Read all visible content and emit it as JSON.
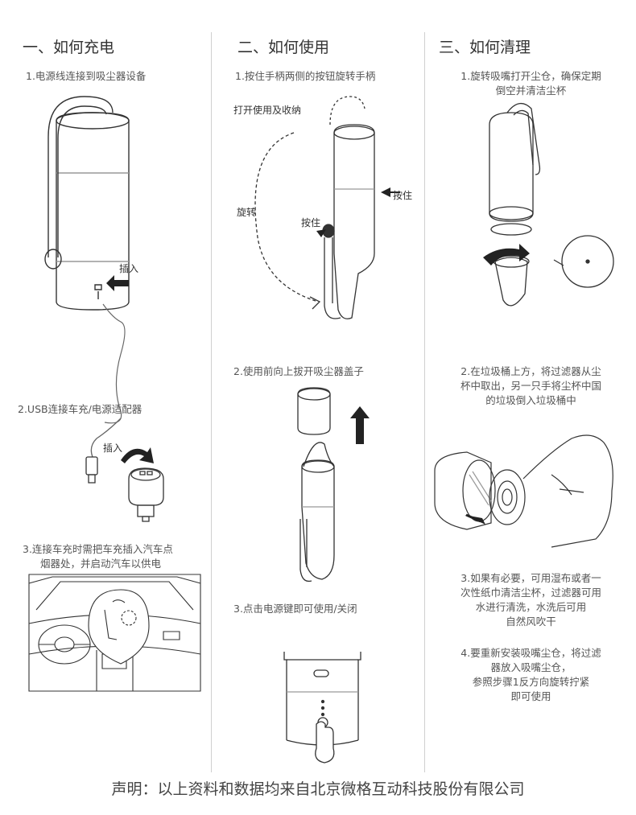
{
  "columns": [
    {
      "title": "一、如何充电"
    },
    {
      "title": "二、如何使用"
    },
    {
      "title": "三、如何清理"
    }
  ],
  "charge": {
    "step1": "1.电源线连接到吸尘器设备",
    "insert1": "插入",
    "step2": "2.USB连接车充/电源适配器",
    "insert2": "插入",
    "step3_line1": "3.连接车充时需把车充插入汽车点",
    "step3_line2": "烟器处，并启动汽车以供电"
  },
  "use": {
    "step1": "1.按住手柄两侧的按钮旋转手柄",
    "open_close": "打开使用及收纳",
    "press_a": "按住",
    "rotate": "旋转",
    "press_b": "按住",
    "step2": "2.使用前向上拔开吸尘器盖子",
    "step3": "3.点击电源键即可使用/关闭"
  },
  "clean": {
    "step1_line1": "1.旋转吸嘴打开尘仓，确保定期",
    "step1_line2": "倒空并清洁尘杯",
    "step2_line1": "2.在垃圾桶上方，将过滤器从尘",
    "step2_line2": "杯中取出，另一只手将尘杯中国",
    "step2_line3": "的垃圾倒入垃圾桶中",
    "step3_line1": "3.如果有必要，可用湿布或者一",
    "step3_line2": "次性纸巾清洁尘杯，过滤器可用",
    "step3_line3": "水进行清洗，水洗后可用",
    "step3_line4": "自然风吹干",
    "step4_line1": "4.要重新安装吸嘴尘仓，将过滤",
    "step4_line2": "器放入吸嘴尘仓，",
    "step4_line3": "参照步骤1反方向旋转拧紧",
    "step4_line4": "即可使用"
  },
  "footer": "声明：以上资料和数据均来自北京微格互动科技股份有限公司"
}
